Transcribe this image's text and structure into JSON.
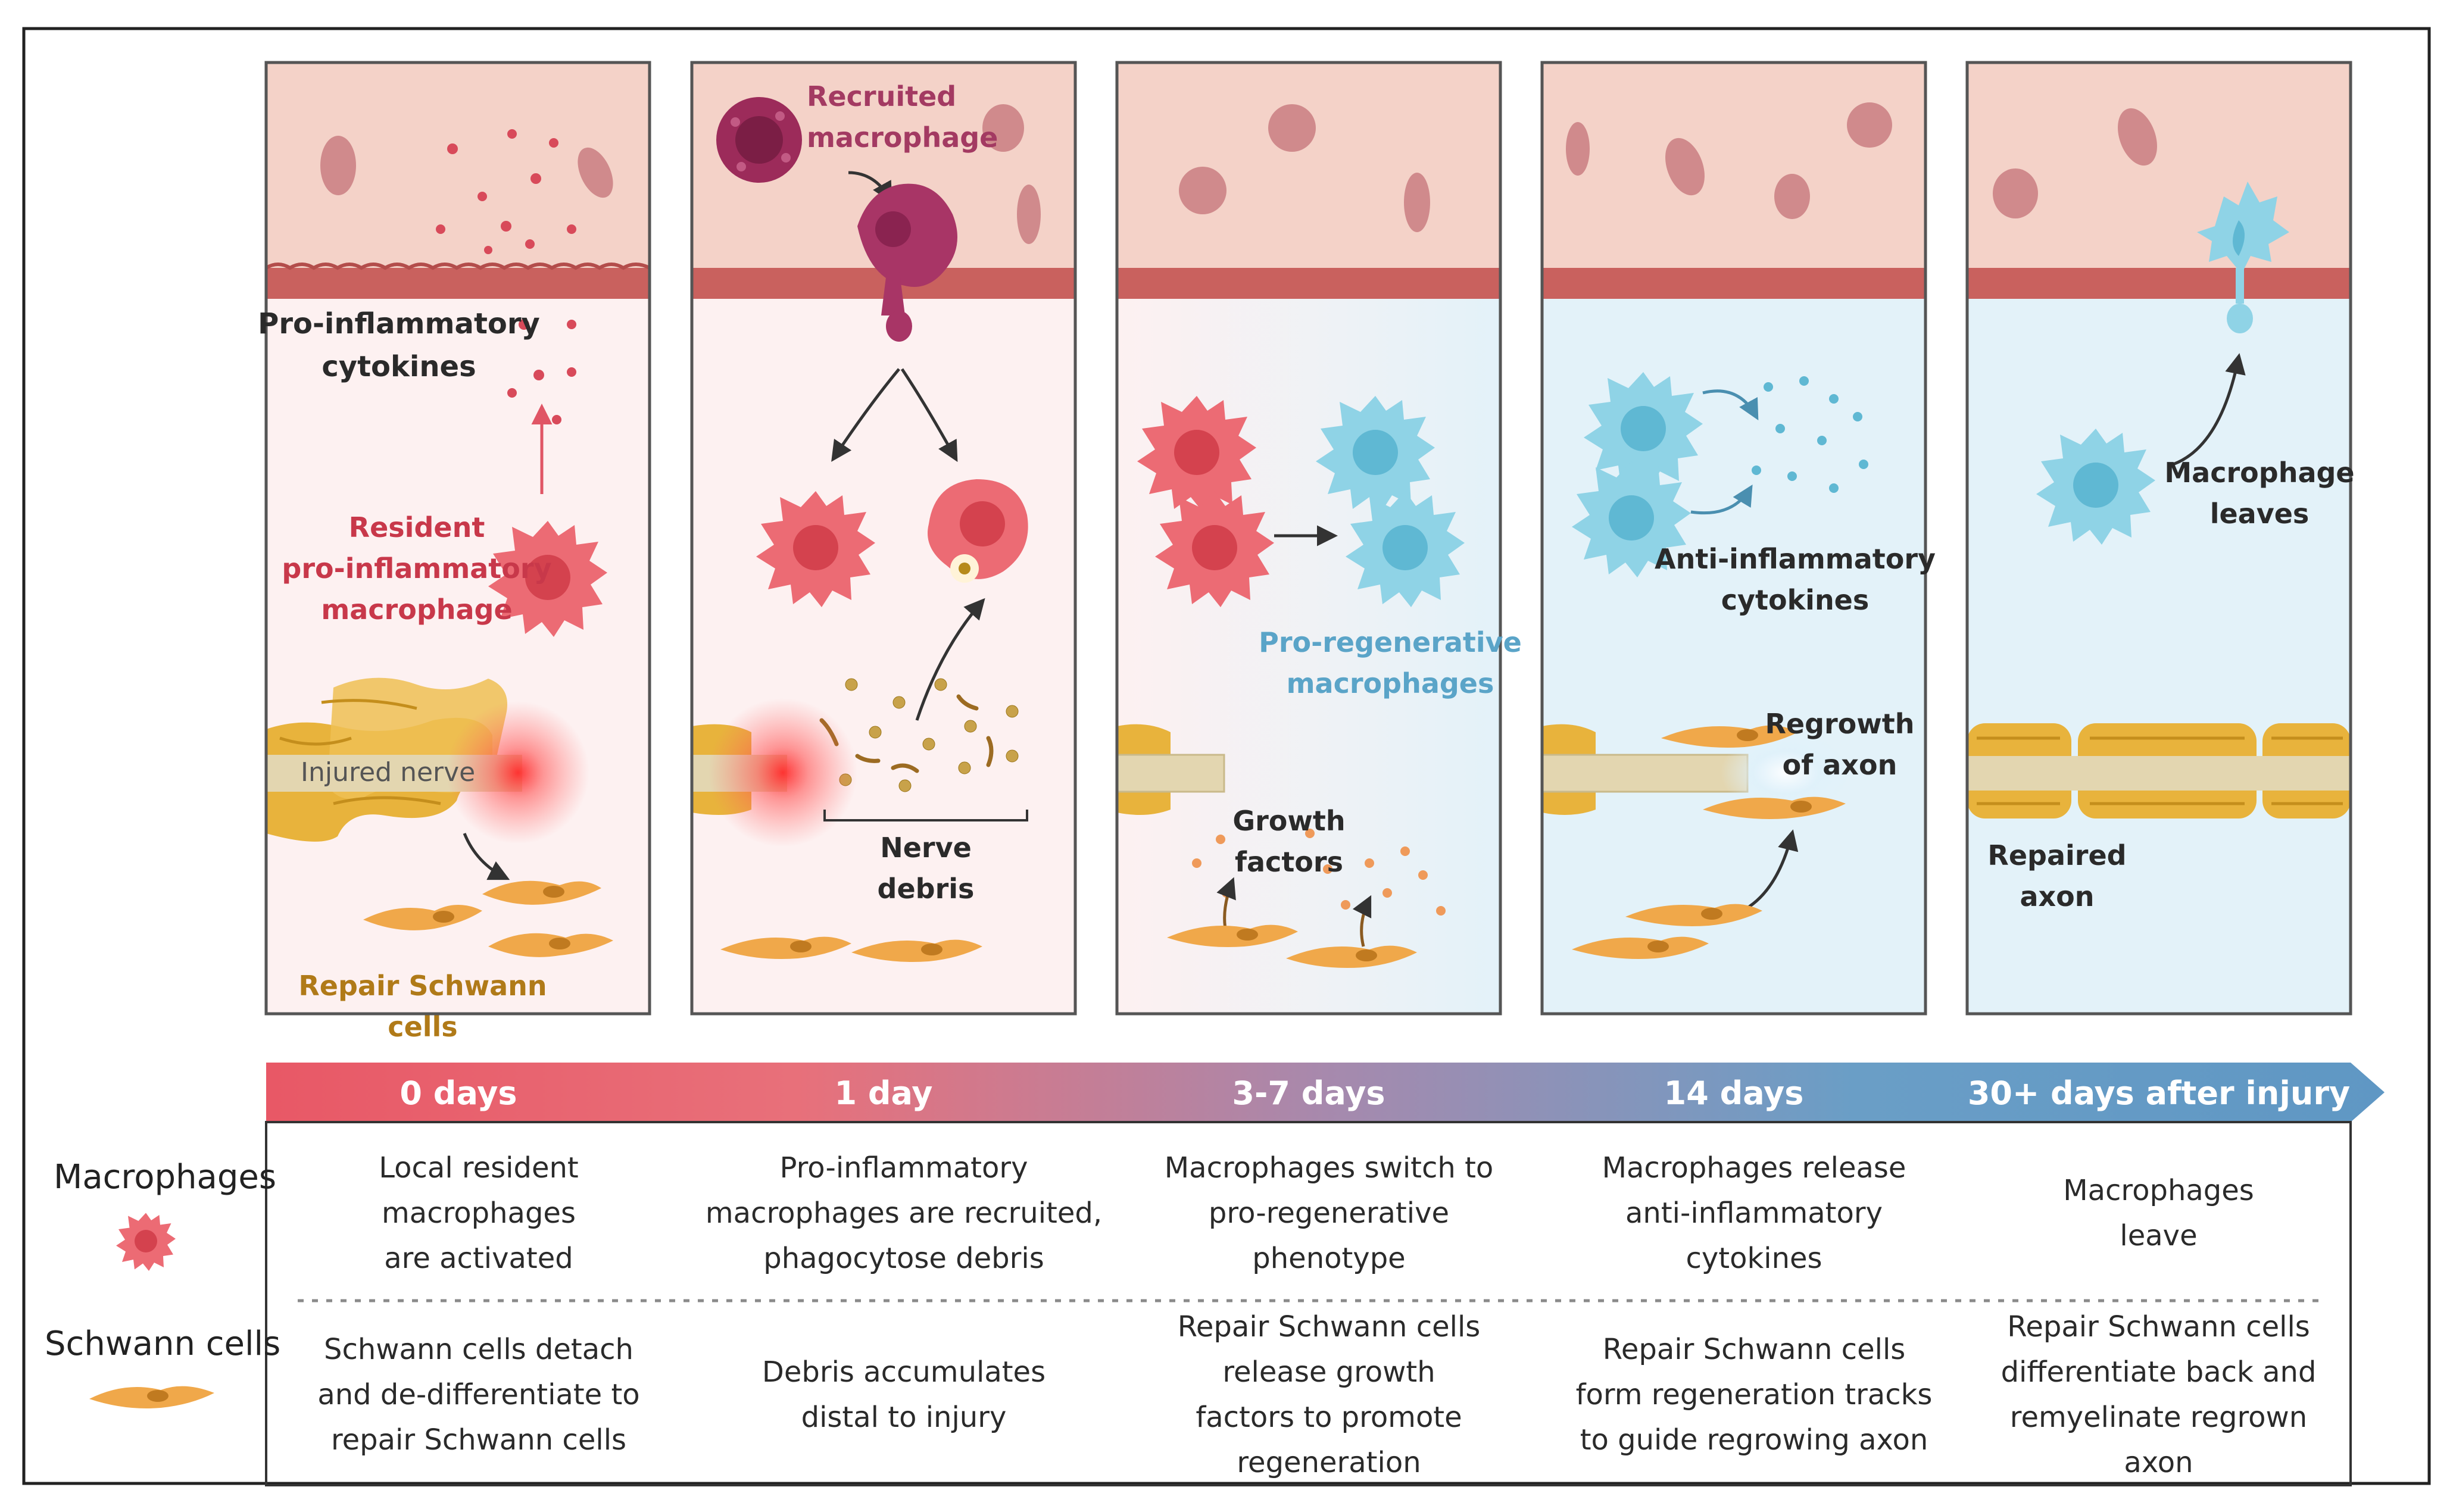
{
  "panels": [
    {
      "labels": {
        "cytokines": "Pro-inflammatory\ncytokines",
        "macrophage": "Resident\npro-inflammatory\nmacrophage",
        "nerve": "Injured nerve",
        "schwann": "Repair Schwann\ncells"
      }
    },
    {
      "labels": {
        "recruited": "Recruited\nmacrophage",
        "debris": "Nerve\ndebris"
      }
    },
    {
      "labels": {
        "proregen": "Pro-regenerative\nmacrophages",
        "growth": "Growth\nfactors"
      }
    },
    {
      "labels": {
        "antiinf": "Anti-inflammatory\ncytokines",
        "regrowth": "Regrowth\nof axon"
      }
    },
    {
      "labels": {
        "leaves": "Macrophage\nleaves",
        "repaired": "Repaired\naxon"
      }
    }
  ],
  "timeline": [
    "0 days",
    "1 day",
    "3-7 days",
    "14 days",
    "30+ days after injury"
  ],
  "legend": {
    "macrophages": "Macrophages",
    "schwann": "Schwann cells"
  },
  "rows": {
    "macrophages": [
      "Local resident\nmacrophages\nare activated",
      "Pro-inflammatory\nmacrophages are recruited,\nphagocytose debris",
      "Macrophages switch to\npro-regenerative\nphenotype",
      "Macrophages release\nanti-inflammatory\ncytokines",
      "Macrophages\nleave"
    ],
    "schwann": [
      "Schwann cells detach\nand de-differentiate to\nrepair Schwann cells",
      "Debris accumulates\ndistal to injury",
      "Repair Schwann cells\nrelease growth\nfactors to promote\nregeneration",
      "Repair Schwann cells\nform regeneration tracks\nto guide regrowing axon",
      "Repair Schwann cells\ndifferentiate back and\nremyelinate regrown\naxon"
    ]
  },
  "colors": {
    "vessel": "#f4d2c8",
    "vessel_wall": "#c9615e",
    "tissue_pink": "#fdf1f1",
    "tissue_blue": "#e3f2f9",
    "rbc": "#d08a8c",
    "pro_inflammatory": "#e0525d",
    "pro_inflammatory_text": "#c8384a",
    "recruited": "#9c2b5a",
    "recruited_text": "#a33a62",
    "pro_regenerative": "#5fb8d3",
    "pro_regenerative_text": "#5aa4c8",
    "schwann": "#f0a84a",
    "schwann_text": "#b07a18",
    "axon": "#e3d6b0",
    "myelin": "#e8b33c",
    "timeline_start": "#e85866",
    "timeline_mid": "#a789ad",
    "timeline_end": "#5f97c4"
  }
}
